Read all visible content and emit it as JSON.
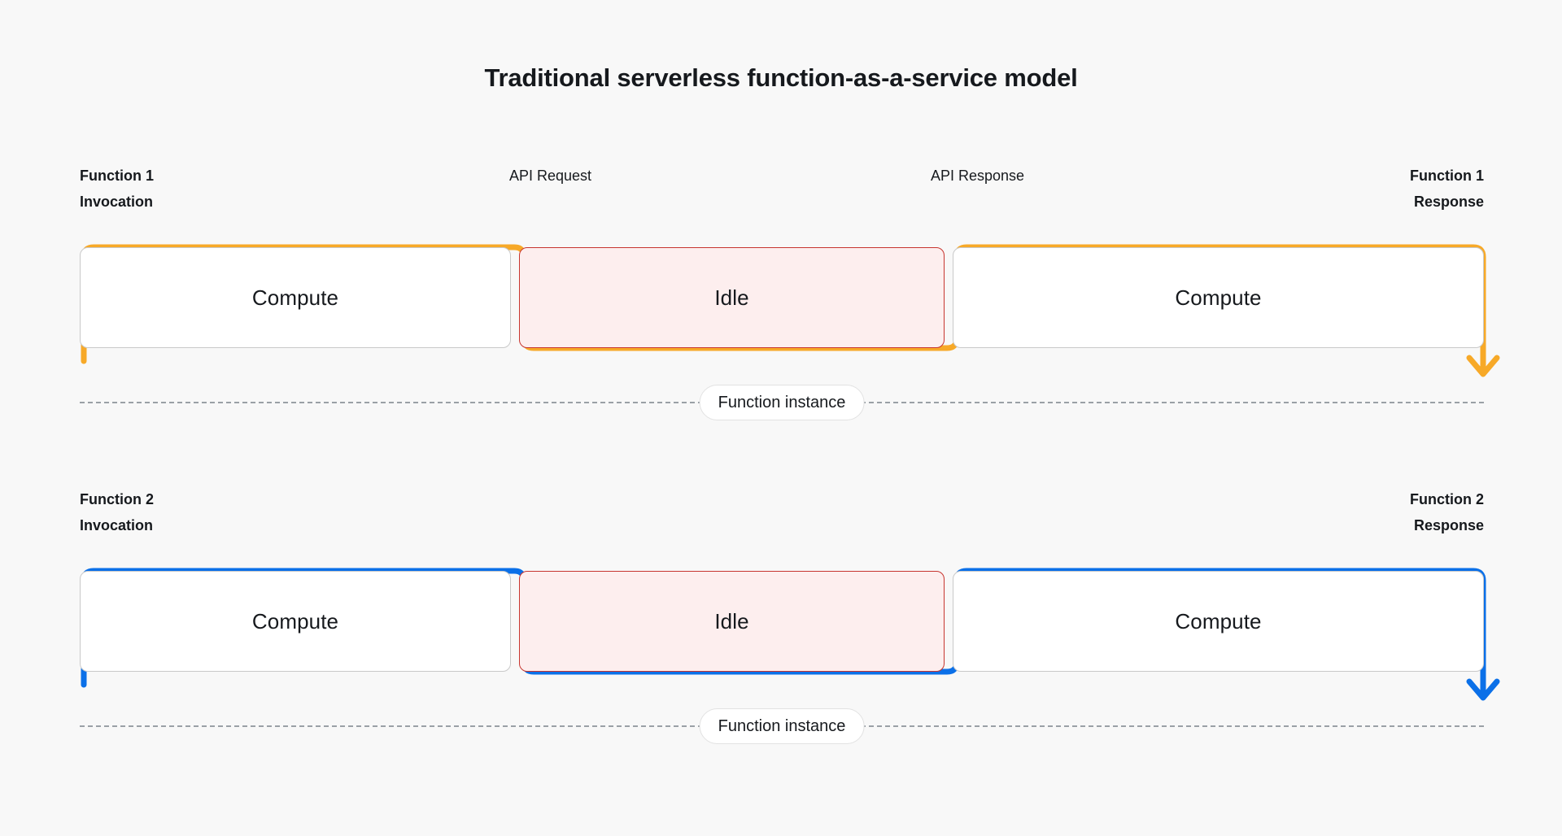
{
  "page": {
    "title": "Traditional serverless function-as-a-service model",
    "background_color": "#f8f8f8",
    "text_color": "#16191d"
  },
  "colors": {
    "function1_accent": "#f7a928",
    "function2_accent": "#0b70e8",
    "idle_border": "#c7352f",
    "idle_fill": "#fdeeee",
    "compute_border": "#c9c9c9",
    "compute_fill": "#ffffff",
    "dashed_line": "#9aa0a6",
    "pill_border": "#e2e2e2"
  },
  "rows": [
    {
      "id": "function-1",
      "accent": "#f7a928",
      "labels": {
        "invocation": "Function 1\nInvocation",
        "api_request": "API Request",
        "api_response": "API Response",
        "response": "Function 1\nResponse"
      },
      "segments": [
        {
          "label": "Compute",
          "state": "compute"
        },
        {
          "label": "Idle",
          "state": "idle"
        },
        {
          "label": "Compute",
          "state": "compute"
        }
      ],
      "instance_label": "Function instance"
    },
    {
      "id": "function-2",
      "accent": "#0b70e8",
      "labels": {
        "invocation": "Function 2\nInvocation",
        "api_request": "",
        "api_response": "",
        "response": "Function 2\nResponse"
      },
      "segments": [
        {
          "label": "Compute",
          "state": "compute"
        },
        {
          "label": "Idle",
          "state": "idle"
        },
        {
          "label": "Compute",
          "state": "compute"
        }
      ],
      "instance_label": "Function instance"
    }
  ]
}
